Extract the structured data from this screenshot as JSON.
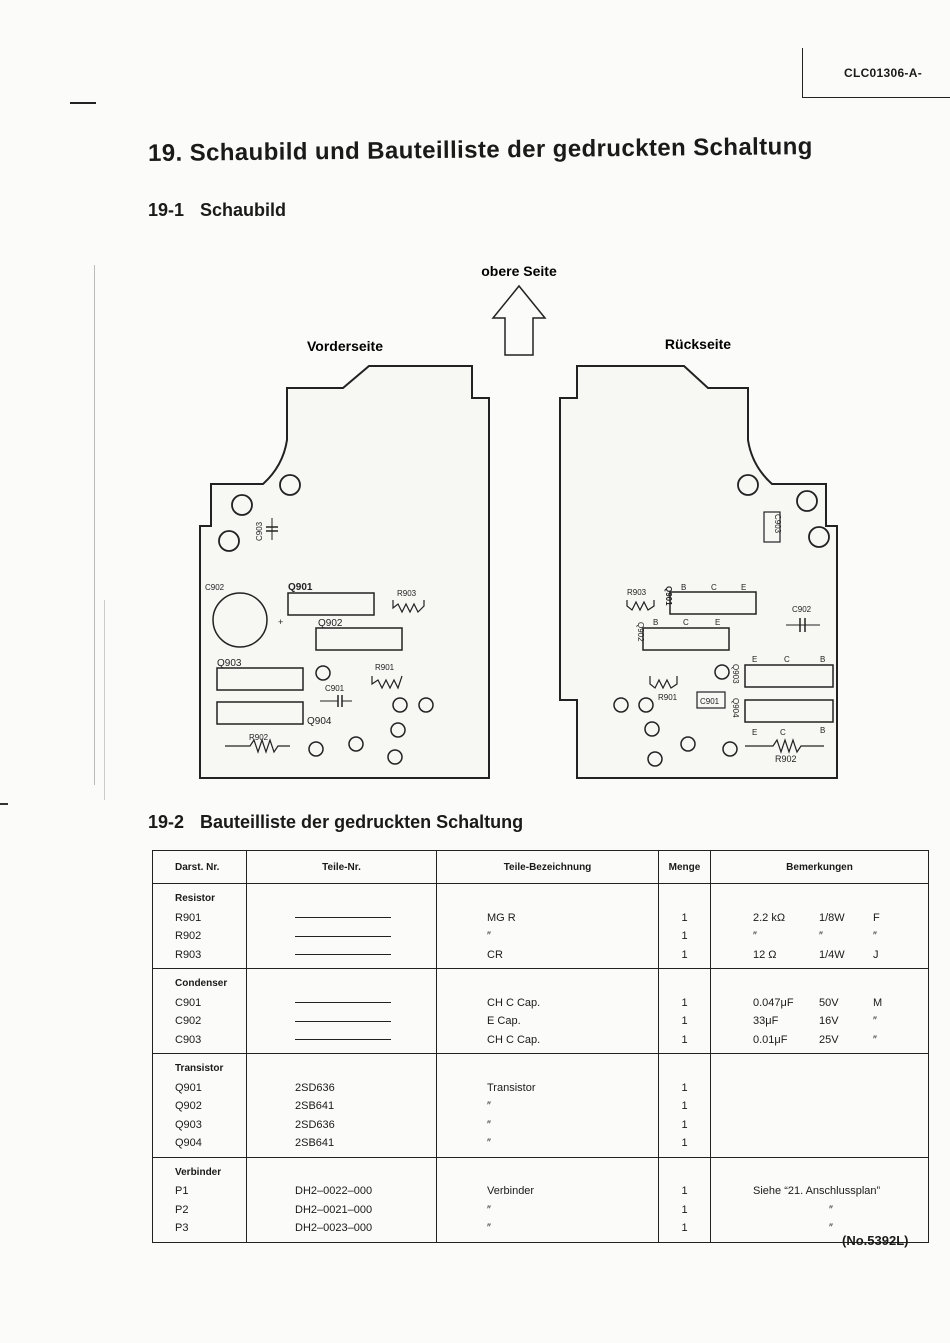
{
  "header": {
    "doc_code": "CLC01306-A-"
  },
  "title": "19. Schaubild und Bauteilliste der gedruckten Schaltung",
  "section_a": {
    "num": "19-1",
    "title": "Schaubild"
  },
  "section_b": {
    "num": "19-2",
    "title": "Bauteilliste der gedruckten Schaltung"
  },
  "diagram": {
    "top_label": "obere Seite",
    "left_label": "Vorderseite",
    "right_label": "Rückseite",
    "front_parts": [
      "C903",
      "C902",
      "Q901",
      "R903",
      "Q902",
      "Q903",
      "R901",
      "C901",
      "Q904",
      "R902"
    ],
    "back_parts": [
      "C903",
      "R903",
      "Q901",
      "B",
      "C",
      "E",
      "C902",
      "Q902",
      "B",
      "C",
      "E",
      "Q903",
      "E",
      "C",
      "B",
      "R901",
      "C901",
      "Q904",
      "E",
      "C",
      "B",
      "R902"
    ]
  },
  "table": {
    "columns": [
      "Darst. Nr.",
      "Teile-Nr.",
      "Teile-Bezeichnung",
      "Menge",
      "Bemerkungen"
    ],
    "groups": [
      {
        "name": "Resistor",
        "refs": [
          "R901",
          "R902",
          "R903"
        ],
        "parts": [
          "",
          "",
          ""
        ],
        "desc": [
          "MG R",
          "″",
          "CR"
        ],
        "qty": [
          "1",
          "1",
          "1"
        ],
        "rem1": [
          "2.2 kΩ",
          "″",
          "12 Ω"
        ],
        "rem2": [
          "1/8W",
          "″",
          "1/4W"
        ],
        "rem3": [
          "F",
          "″",
          "J"
        ]
      },
      {
        "name": "Condenser",
        "refs": [
          "C901",
          "C902",
          "C903"
        ],
        "parts": [
          "",
          "",
          ""
        ],
        "desc": [
          "CH C Cap.",
          "E Cap.",
          "CH C Cap."
        ],
        "qty": [
          "1",
          "1",
          "1"
        ],
        "rem1": [
          "0.047μF",
          "33μF",
          "0.01μF"
        ],
        "rem2": [
          "50V",
          "16V",
          "25V"
        ],
        "rem3": [
          "M",
          "″",
          "″"
        ]
      },
      {
        "name": "Transistor",
        "refs": [
          "Q901",
          "Q902",
          "Q903",
          "Q904"
        ],
        "parts": [
          "2SD636",
          "2SB641",
          "2SD636",
          "2SB641"
        ],
        "desc": [
          "Transistor",
          "″",
          "″",
          "″"
        ],
        "qty": [
          "1",
          "1",
          "1",
          "1"
        ],
        "remarks": [
          "",
          "",
          "",
          ""
        ]
      },
      {
        "name": "Verbinder",
        "refs": [
          "P1",
          "P2",
          "P3"
        ],
        "parts": [
          "DH2–0022–000",
          "DH2–0021–000",
          "DH2–0023–000"
        ],
        "desc": [
          "Verbinder",
          "″",
          "″"
        ],
        "qty": [
          "1",
          "1",
          "1"
        ],
        "remarks": [
          "Siehe “21. Anschlussplan”",
          "″",
          "″"
        ]
      }
    ]
  },
  "footer": "(No.5392L)"
}
